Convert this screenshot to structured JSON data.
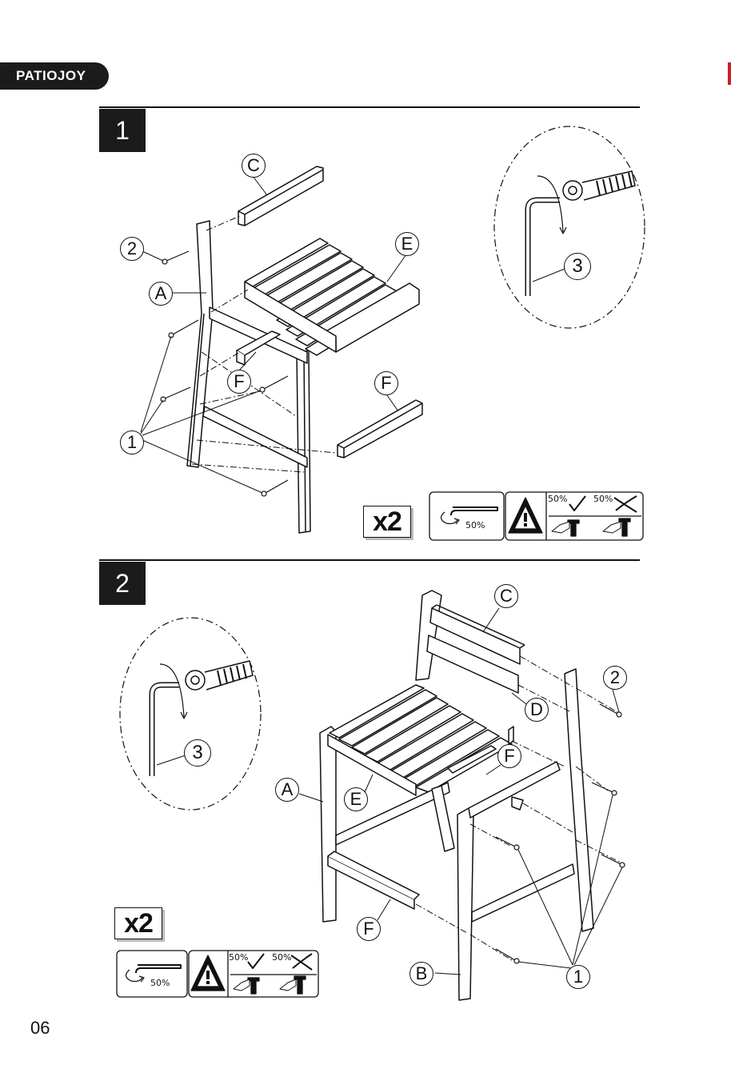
{
  "brand": {
    "logo_text": "PATIOJOY"
  },
  "page_number": "06",
  "steps": [
    {
      "number": "1",
      "quantity": "x2",
      "labels": {
        "c": "C",
        "e": "E",
        "a": "A",
        "f1": "F",
        "f2": "F",
        "bolt": "1",
        "screw": "2",
        "wrench": "3"
      },
      "tighten_percent": "50%",
      "check_percent": "50%",
      "cross_percent": "50%"
    },
    {
      "number": "2",
      "quantity": "x2",
      "labels": {
        "c": "C",
        "d": "D",
        "e": "E",
        "a": "A",
        "b": "B",
        "f1": "F",
        "f2": "F",
        "bolt": "1",
        "screw": "2",
        "wrench": "3"
      },
      "tighten_percent": "50%",
      "check_percent": "50%",
      "cross_percent": "50%"
    }
  ],
  "icons": [
    "allen-key-rotate-icon",
    "warning-triangle-icon",
    "check-icon",
    "cross-icon",
    "hand-icon",
    "bolt-icon"
  ]
}
